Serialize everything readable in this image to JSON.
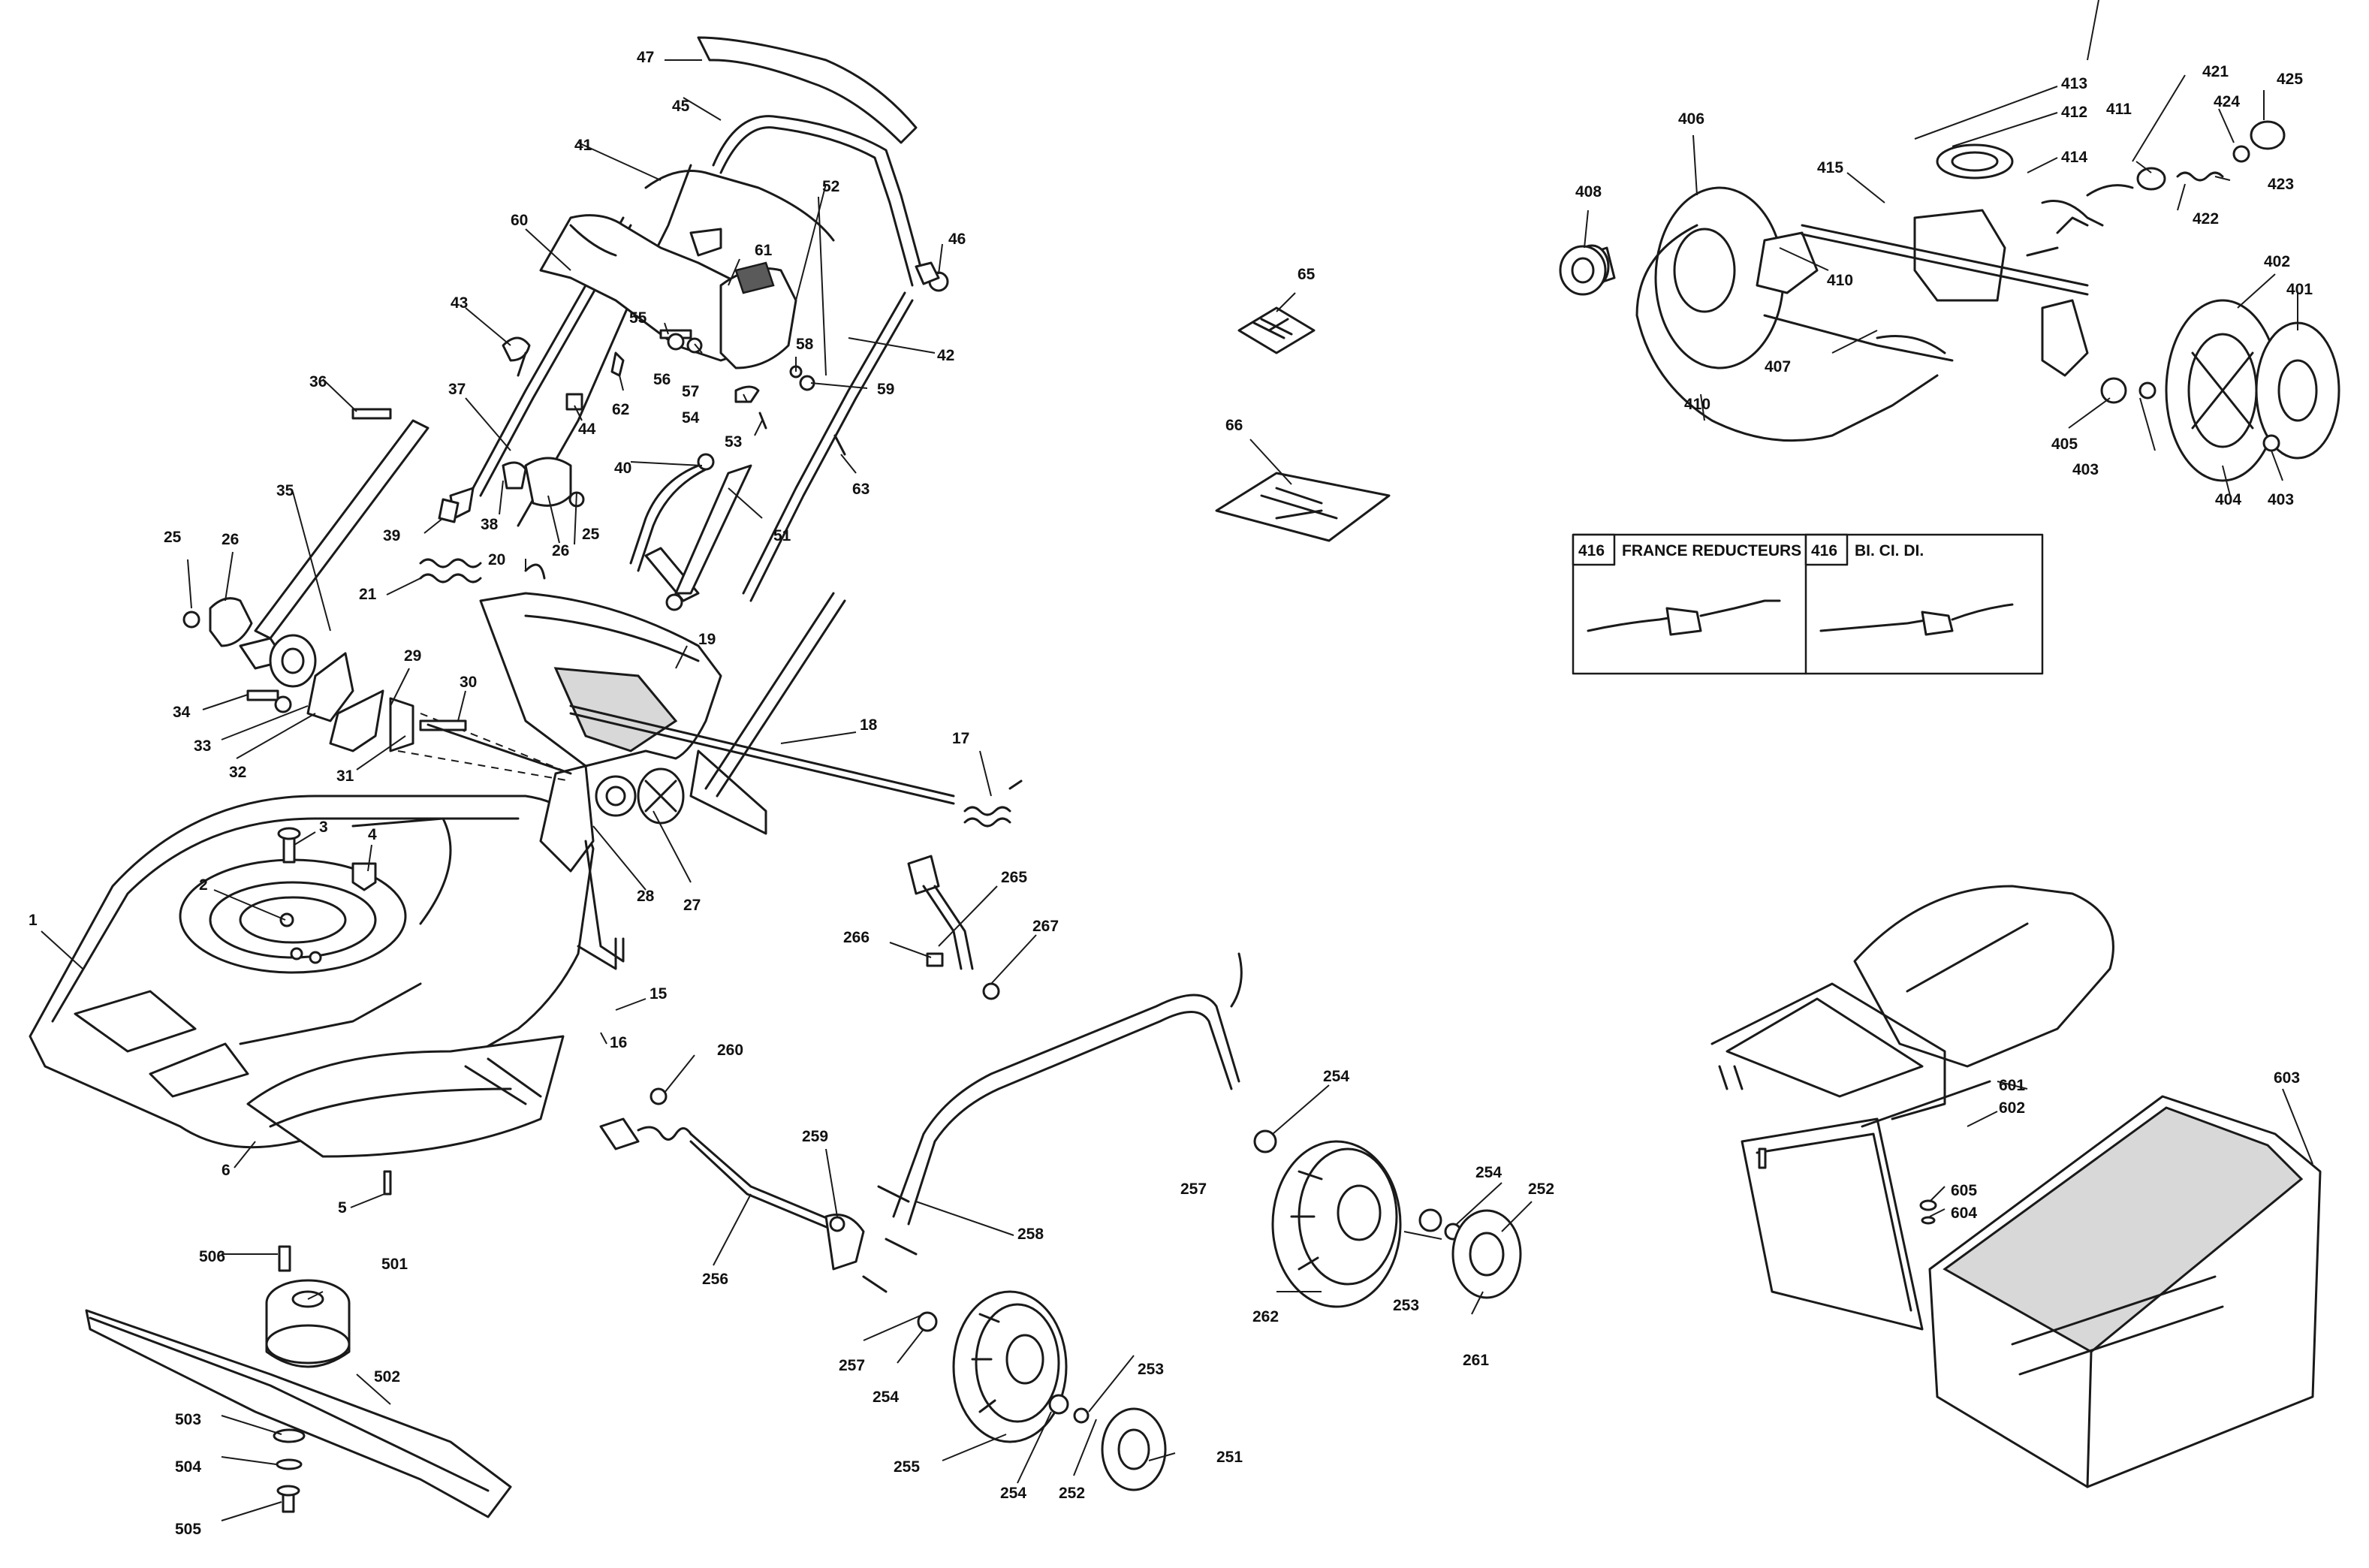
{
  "labels": {
    "l1": "1",
    "l2": "2",
    "l3": "3",
    "l4": "4",
    "l5": "5",
    "l6": "6",
    "l15": "15",
    "l16": "16",
    "l17": "17",
    "l18": "18",
    "l19": "19",
    "l20": "20",
    "l21": "21",
    "l25a": "25",
    "l25b": "25",
    "l26a": "26",
    "l26b": "26",
    "l27": "27",
    "l28": "28",
    "l29": "29",
    "l30": "30",
    "l31": "31",
    "l32": "32",
    "l33": "33",
    "l34": "34",
    "l35": "35",
    "l36": "36",
    "l37": "37",
    "l38": "38",
    "l39": "39",
    "l40": "40",
    "l41": "41",
    "l42": "42",
    "l43": "43",
    "l44": "44",
    "l45": "45",
    "l46": "46",
    "l47": "47",
    "l51": "51",
    "l52": "52",
    "l53": "53",
    "l54": "54",
    "l55": "55",
    "l56": "56",
    "l57": "57",
    "l58": "58",
    "l59": "59",
    "l60": "60",
    "l61": "61",
    "l62": "62",
    "l63": "63",
    "l65": "65",
    "l66": "66",
    "l251": "251",
    "l252a": "252",
    "l252b": "252",
    "l253a": "253",
    "l253b": "253",
    "l254a": "254",
    "l254b": "254",
    "l254c": "254",
    "l254d": "254",
    "l255": "255",
    "l256": "256",
    "l257a": "257",
    "l257b": "257",
    "l258": "258",
    "l259": "259",
    "l260": "260",
    "l261": "261",
    "l262": "262",
    "l265": "265",
    "l266": "266",
    "l267": "267",
    "l401": "401",
    "l402": "402",
    "l403a": "403",
    "l403b": "403",
    "l404": "404",
    "l405": "405",
    "l406": "406",
    "l407": "407",
    "l408": "408",
    "l410a": "410",
    "l410b": "410",
    "l411": "411",
    "l412": "412",
    "l413": "413",
    "l414": "414",
    "l415": "415",
    "l421": "421",
    "l422": "422",
    "l423": "423",
    "l424": "424",
    "l425": "425",
    "l501": "501",
    "l502": "502",
    "l503": "503",
    "l504": "504",
    "l505": "505",
    "l506": "506",
    "l601": "601",
    "l602": "602",
    "l603": "603",
    "l604": "604",
    "l605": "605"
  },
  "variant_box": {
    "left_code": "416",
    "left_name": "FRANCE REDUCTEURS",
    "right_code": "416",
    "right_name": "BI. CI. DI."
  }
}
